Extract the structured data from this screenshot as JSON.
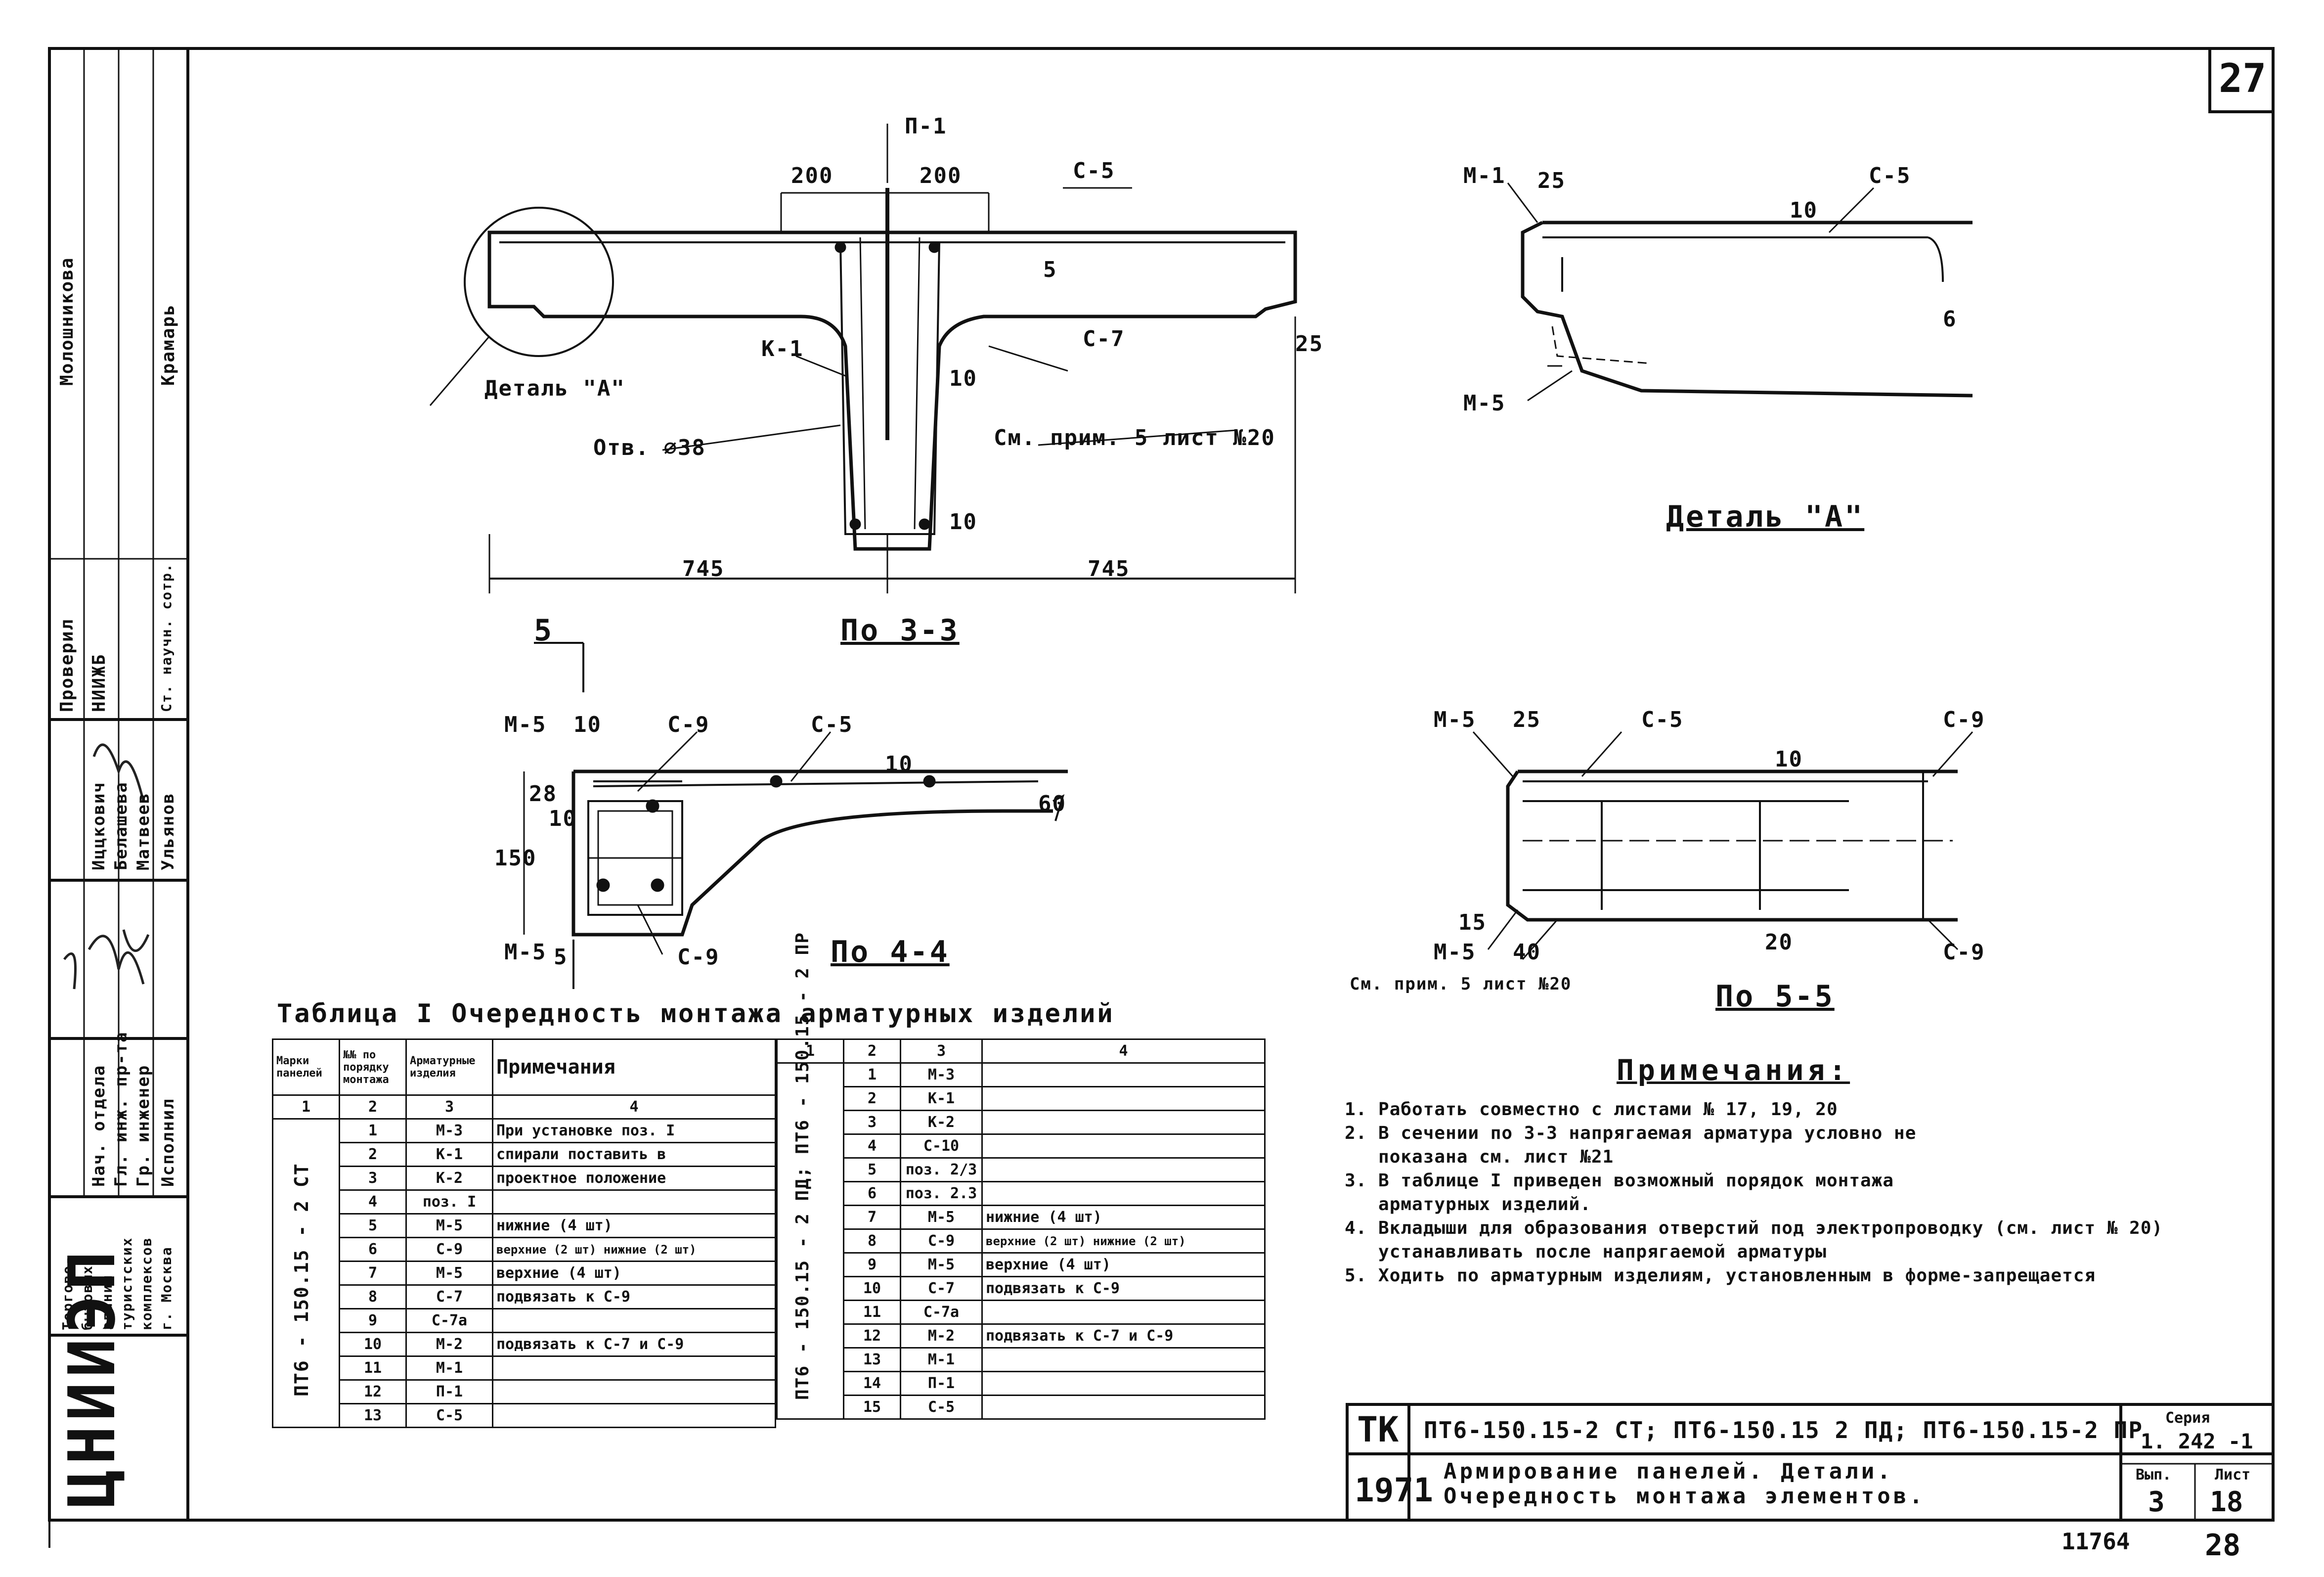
{
  "page_number": "27",
  "sheet_bottom_number": "28",
  "stamp_number": "11764",
  "section_33": {
    "caption": "По 3-3",
    "labels": {
      "p1": "П-1",
      "c5": "С-5",
      "c7": "С-7",
      "k1": "К-1",
      "detail_a": "Деталь \"А\"",
      "hole": "Отв. ⌀38",
      "note_ref": "См. прим. 5 лист №20"
    },
    "dims": {
      "d200a": "200",
      "d200b": "200",
      "d745a": "745",
      "d745b": "745",
      "d25": "25",
      "d10a": "10",
      "d10b": "10",
      "d5": "5"
    }
  },
  "detail_a": {
    "caption": "Деталь \"А\"",
    "labels": {
      "m1": "М-1",
      "m5": "М-5",
      "c5": "С-5"
    },
    "dims": {
      "d25": "25",
      "d10": "10",
      "d6": "6"
    }
  },
  "section_44": {
    "caption": "По 4-4",
    "labels": {
      "m5a": "М-5",
      "m5b": "М-5",
      "c9a": "С-9",
      "c9b": "С-9",
      "c5": "С-5",
      "cut": "5"
    },
    "dims": {
      "d10a": "10",
      "d28": "28",
      "d10b": "10",
      "d150": "150",
      "d10c": "10",
      "d60": "60",
      "d5": "5"
    }
  },
  "section_55": {
    "caption": "По 5-5",
    "labels": {
      "m5a": "М-5",
      "m5b": "М-5",
      "c5": "С-5",
      "c9a": "С-9",
      "c9b": "С-9",
      "note_ref": "См. прим. 5 лист №20"
    },
    "dims": {
      "d25": "25",
      "d10": "10",
      "d15": "15",
      "d40": "40",
      "d20": "20"
    }
  },
  "table": {
    "title": "Таблица I Очередность монтажа арматурных изделий",
    "headers": {
      "mark": "Марки панелей",
      "num": "№№ по порядку монтажа",
      "items": "Арматурные изделия",
      "notes": "Примечания"
    },
    "colnums": [
      "1",
      "2",
      "3",
      "4"
    ],
    "left_mark": "ПТ6 - 150.15 - 2 СТ",
    "left_rows": [
      {
        "n": "1",
        "item": "М-3",
        "note": "При установке поз. I"
      },
      {
        "n": "2",
        "item": "К-1",
        "note": "спирали поставить в"
      },
      {
        "n": "3",
        "item": "К-2",
        "note": "проектное положение"
      },
      {
        "n": "4",
        "item": "поз. I",
        "note": ""
      },
      {
        "n": "5",
        "item": "М-5",
        "note": "нижние (4 шт)"
      },
      {
        "n": "6",
        "item": "С-9",
        "note": "верхние (2 шт) нижние (2 шт)"
      },
      {
        "n": "7",
        "item": "М-5",
        "note": "верхние (4 шт)"
      },
      {
        "n": "8",
        "item": "С-7",
        "note": "подвязать к С-9"
      },
      {
        "n": "9",
        "item": "С-7а",
        "note": ""
      },
      {
        "n": "10",
        "item": "М-2",
        "note": "подвязать к С-7 и С-9"
      },
      {
        "n": "11",
        "item": "М-1",
        "note": ""
      },
      {
        "n": "12",
        "item": "П-1",
        "note": ""
      },
      {
        "n": "13",
        "item": "С-5",
        "note": ""
      }
    ],
    "right_mark": "ПТ6 - 150.15 - 2 ПД; ПТ6 - 150.15 - 2 ПР",
    "right_rows": [
      {
        "n": "1",
        "item": "М-3",
        "note": ""
      },
      {
        "n": "2",
        "item": "К-1",
        "note": ""
      },
      {
        "n": "3",
        "item": "К-2",
        "note": ""
      },
      {
        "n": "4",
        "item": "С-10",
        "note": ""
      },
      {
        "n": "5",
        "item": "поз. 2/3",
        "note": ""
      },
      {
        "n": "6",
        "item": "поз. 2.3",
        "note": ""
      },
      {
        "n": "7",
        "item": "М-5",
        "note": "нижние (4 шт)"
      },
      {
        "n": "8",
        "item": "С-9",
        "note": "верхние (2 шт) нижние (2 шт)"
      },
      {
        "n": "9",
        "item": "М-5",
        "note": "верхние (4 шт)"
      },
      {
        "n": "10",
        "item": "С-7",
        "note": "подвязать к С-9"
      },
      {
        "n": "11",
        "item": "С-7а",
        "note": ""
      },
      {
        "n": "12",
        "item": "М-2",
        "note": "подвязать к С-7 и С-9"
      },
      {
        "n": "13",
        "item": "М-1",
        "note": ""
      },
      {
        "n": "14",
        "item": "П-1",
        "note": ""
      },
      {
        "n": "15",
        "item": "С-5",
        "note": ""
      }
    ]
  },
  "notes": {
    "title": "Примечания:",
    "items": [
      "1. Работать совместно с листами № 17, 19, 20",
      "2. В сечении по 3-3 напрягаемая арматура условно не",
      "   показана см. лист №21",
      "3. В таблице I приведен возможный порядок монтажа",
      "   арматурных изделий.",
      "4. Вкладыши для образования отверстий под электропроводку (см. лист № 20)",
      "   устанавливать после напрягаемой арматуры",
      "5. Ходить по арматурным изделиям, установленным в форме-запрещается"
    ]
  },
  "title_block": {
    "tk": "ТК",
    "year": "1971",
    "marks": "ПТ6-150.15-2 СТ; ПТ6-150.15 2 ПД; ПТ6-150.15-2 ПР",
    "title_line1": "Армирование панелей. Детали.",
    "title_line2": "Очередность монтажа элементов.",
    "series_label": "Серия",
    "series": "1. 242 -1",
    "issue_label": "Вып.",
    "issue": "3",
    "sheet_label": "Лист",
    "sheet": "18"
  },
  "sidebar": {
    "org_logo": "ЦНИИЭП",
    "org_text": [
      "Торгово-",
      "бытовых",
      "зданий и",
      "туристских",
      "комплексов",
      "г. Москва"
    ],
    "roles": [
      "Нач. отдела",
      "Гл. инж. пр-та",
      "Гр. инженер",
      "Исполнил"
    ],
    "names": [
      "Иццкович",
      "Белашева",
      "Матвеев",
      "Ульянов"
    ],
    "check_label": "Проверил",
    "check_org": "НИИЖБ",
    "check_role": "Ст. научн. сотр.",
    "check_names": [
      "Молошникова",
      "Крамарь"
    ]
  }
}
